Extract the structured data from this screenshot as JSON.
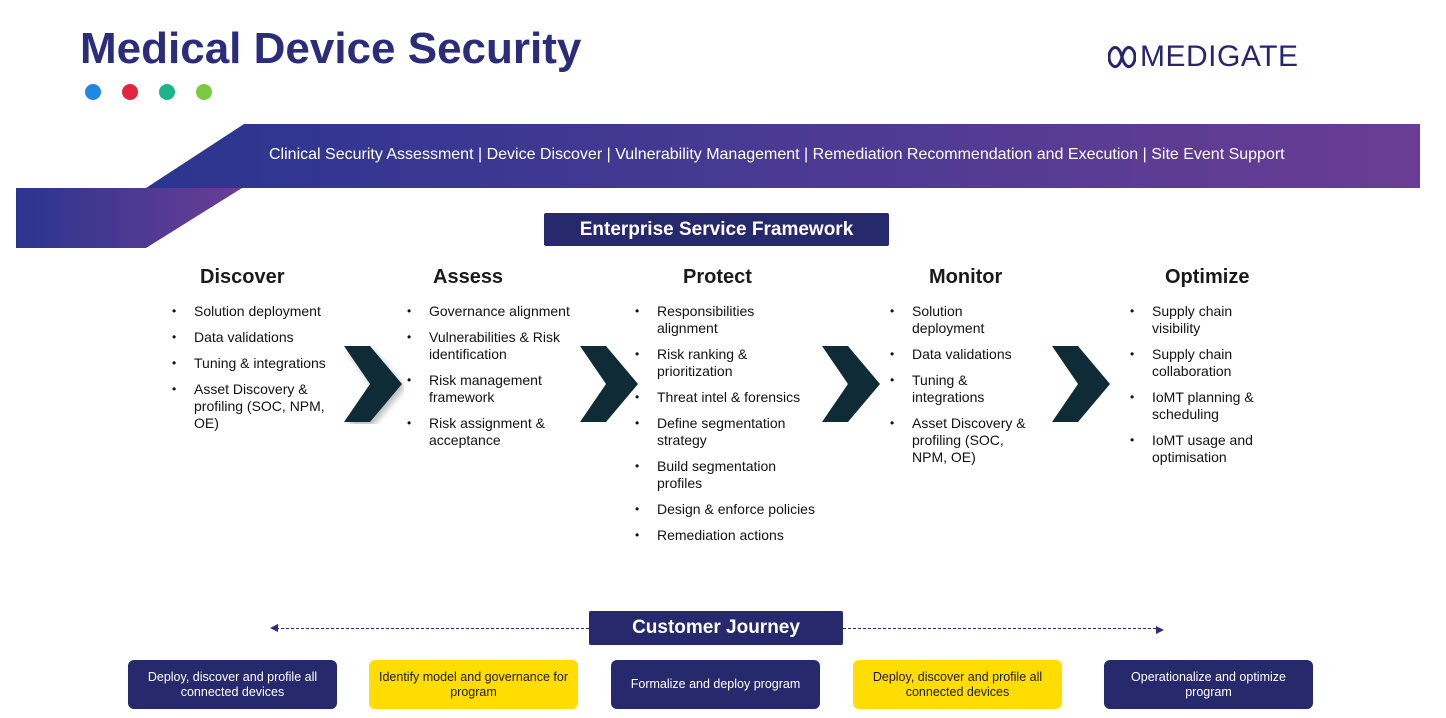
{
  "header": {
    "title": "Medical Device Security",
    "logo_text": "MEDIGATE",
    "dot_colors": [
      "#1e88e5",
      "#e0263c",
      "#1fb38a",
      "#7dc843"
    ]
  },
  "banner": {
    "text": "Clinical Security Assessment | Device Discover | Vulnerability Management | Remediation Recommendation and Execution | Site Event Support",
    "color_start": "#2b3590",
    "color_end": "#6a3d94"
  },
  "framework": {
    "label": "Enterprise Service Framework",
    "columns": [
      {
        "title": "Discover",
        "items": [
          "Solution deployment",
          "Data validations",
          "Tuning & integrations",
          "Asset Discovery & profiling (SOC, NPM, OE)"
        ]
      },
      {
        "title": "Assess",
        "items": [
          "Governance alignment",
          "Vulnerabilities & Risk identification",
          "Risk management framework",
          "Risk assignment & acceptance"
        ]
      },
      {
        "title": "Protect",
        "items": [
          "Responsibilities alignment",
          "Risk ranking & prioritization",
          "Threat intel & forensics",
          "Define segmentation strategy",
          "Build segmentation profiles",
          "Design & enforce policies",
          "Remediation actions"
        ]
      },
      {
        "title": "Monitor",
        "items": [
          "Solution deployment",
          "Data validations",
          "Tuning & integrations",
          "Asset Discovery & profiling (SOC, NPM, OE)"
        ]
      },
      {
        "title": "Optimize",
        "items": [
          "Supply chain visibility",
          "Supply chain collaboration",
          "IoMT planning & scheduling",
          "IoMT usage and optimisation"
        ]
      }
    ],
    "chevron_color": "#0f2b35"
  },
  "journey": {
    "label": "Customer Journey",
    "steps": [
      {
        "text": "Deploy, discover and profile all connected devices",
        "style": "navy"
      },
      {
        "text": "Identify model and governance for program",
        "style": "yellow"
      },
      {
        "text": "Formalize and deploy program",
        "style": "navy"
      },
      {
        "text": "Deploy, discover and profile all connected devices",
        "style": "yellow"
      },
      {
        "text": "Operationalize and optimize program",
        "style": "navy"
      }
    ]
  }
}
